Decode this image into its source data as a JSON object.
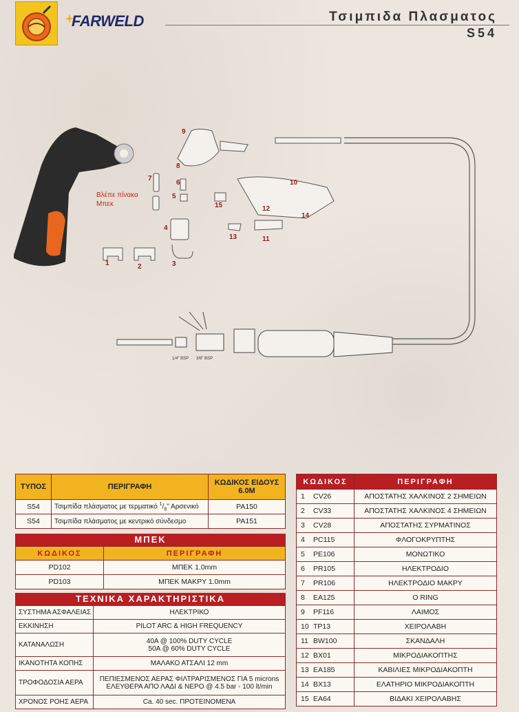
{
  "brand": {
    "logo_text": "FARWELD"
  },
  "title": {
    "line1": "Τσιμπιδα Πλασματος",
    "line2": "S54"
  },
  "diagram": {
    "callouts": [
      "1",
      "2",
      "3",
      "4",
      "5",
      "6",
      "7",
      "8",
      "9",
      "10",
      "11",
      "12",
      "13",
      "14",
      "15"
    ],
    "note": [
      "Βλέπε πίνακα",
      "Μπεκ"
    ],
    "fitting_labels": [
      "1/4\" BSP",
      "3/8\" BSP"
    ]
  },
  "models_table": {
    "headers": [
      "ΤΥΠΟΣ",
      "ΠΕΡΙΓΡΑΦΗ",
      "ΚΩΔΙΚΟΣ ΕΙΔΟΥΣ 6.0M"
    ],
    "rows": [
      {
        "type": "S54",
        "desc_prefix": "Τσιμπίδα πλάσματος με τερματικό ",
        "frac_num": "1",
        "frac_den": "8",
        "desc_suffix": "\" Αρσενικό",
        "code": "PA150"
      },
      {
        "type": "S54",
        "desc": "Τσιμπίδα πλάσματος με κεντρικό σύνδεσμο",
        "code": "PA151"
      }
    ]
  },
  "nozzle": {
    "section_title": "ΜΠΕΚ",
    "headers": [
      "ΚΩΔΙΚΟΣ",
      "ΠΕΡΙΓΡΑΦΗ"
    ],
    "rows": [
      {
        "code": "PD102",
        "desc": "ΜΠΕΚ 1.0mm"
      },
      {
        "code": "PD103",
        "desc": "ΜΠΕΚ ΜΑΚΡΥ 1.0mm"
      }
    ]
  },
  "specs": {
    "section_title": "ΤΕΧΝΙΚΑ ΧΑΡΑΚΤΗΡΙΣΤΙΚΑ",
    "rows": [
      {
        "label": "ΣΥΣΤΗΜΑ ΑΣΦΑΛΕΙΑΣ",
        "value": [
          "ΗΛΕΚΤΡΙΚΟ"
        ]
      },
      {
        "label": "ΕΚΚΙΝΗΣΗ",
        "value": [
          "PILOT ARC & HIGH FREQUENCY"
        ]
      },
      {
        "label": "ΚΑΤΑΝΑΛΩΣΗ",
        "value": [
          "40A @ 100% DUTY CYCLE",
          "50A @ 60% DUTY CYCLE"
        ]
      },
      {
        "label": "ΙΚΑΝΟΤΗΤΑ ΚΟΠΗΣ",
        "value": [
          "ΜΑΛΑΚΟ ΑΤΣΑΛΙ 12 mm"
        ]
      },
      {
        "label": "ΤΡΟΦΟΔΟΣΙΑ ΑΕΡΑ",
        "value": [
          "ΠΕΠΙΕΣΜΕΝΟΣ ΑΕΡΑΣ ΦΙΛΤΡΑΡΙΣΜΕΝΟΣ ΓΙΑ 5 microns",
          "ΕΛΕΥΘΕΡΑ ΑΠΟ ΛΑΔΙ & ΝΕΡΟ @ 4.5 bar - 100 lt/min"
        ]
      },
      {
        "label": "ΧΡΟΝΟΣ ΡΟΗΣ ΑΕΡΑ",
        "value": [
          "Ca. 40 sec. ΠΡΟΤΕΙΝΟΜΕΝΑ"
        ]
      }
    ]
  },
  "parts": {
    "headers": [
      "ΚΩΔΙΚΟΣ",
      "ΠΕΡΙΓΡΑΦΗ"
    ],
    "rows": [
      {
        "n": "1",
        "code": "CV26",
        "desc": "ΑΠΟΣΤΑΤΗΣ ΧΑΛΚΙΝΟΣ 2 ΣΗΜΕΙΩΝ"
      },
      {
        "n": "2",
        "code": "CV33",
        "desc": "ΑΠΟΣΤΑΤΗΣ ΧΑΛΚΙΝΟΣ 4 ΣΗΜΕΙΩΝ"
      },
      {
        "n": "3",
        "code": "CV28",
        "desc": "ΑΠΟΣΤΑΤΗΣ ΣΥΡΜΑΤΙΝΟΣ"
      },
      {
        "n": "4",
        "code": "PC115",
        "desc": "ΦΛΟΓΟΚΡΥΠΤΗΣ"
      },
      {
        "n": "5",
        "code": "PE106",
        "desc": "ΜΟΝΩΤΙΚΟ"
      },
      {
        "n": "6",
        "code": "PR105",
        "desc": "ΗΛΕΚΤΡΟΔΙΟ"
      },
      {
        "n": "7",
        "code": "PR106",
        "desc": "ΗΛΕΚΤΡΟΔΙΟ ΜΑΚΡΥ"
      },
      {
        "n": "8",
        "code": "EA125",
        "desc": "O RING"
      },
      {
        "n": "9",
        "code": "PF116",
        "desc": "ΛΑΙΜΟΣ"
      },
      {
        "n": "10",
        "code": "TP13",
        "desc": "ΧΕΙΡΟΛΑΒΗ"
      },
      {
        "n": "11",
        "code": "BW100",
        "desc": "ΣΚΑΝΔΑΛΗ"
      },
      {
        "n": "12",
        "code": "BX01",
        "desc": "ΜΙΚΡΟΔΙΑΚΟΠΤΗΣ"
      },
      {
        "n": "13",
        "code": "EA185",
        "desc": "ΚΑΒΙΛΙΕΣ ΜΙΚΡΟΔΙΑΚΟΠΤΗ"
      },
      {
        "n": "14",
        "code": "BX13",
        "desc": "ΕΛΑΤΗΡΙΟ ΜΙΚΡΟΔΙΑΚΟΠΤΗ"
      },
      {
        "n": "15",
        "code": "EA64",
        "desc": "ΒΙΔΑΚΙ ΧΕΙΡΟΛΑΒΗΣ"
      }
    ]
  }
}
